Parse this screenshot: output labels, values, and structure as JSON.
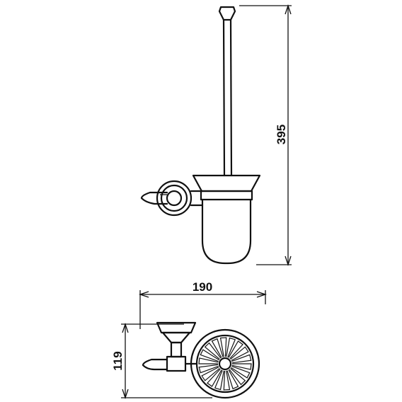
{
  "drawing": {
    "dimensions": {
      "height_label": "395",
      "width_label": "190",
      "depth_label": "119"
    }
  }
}
